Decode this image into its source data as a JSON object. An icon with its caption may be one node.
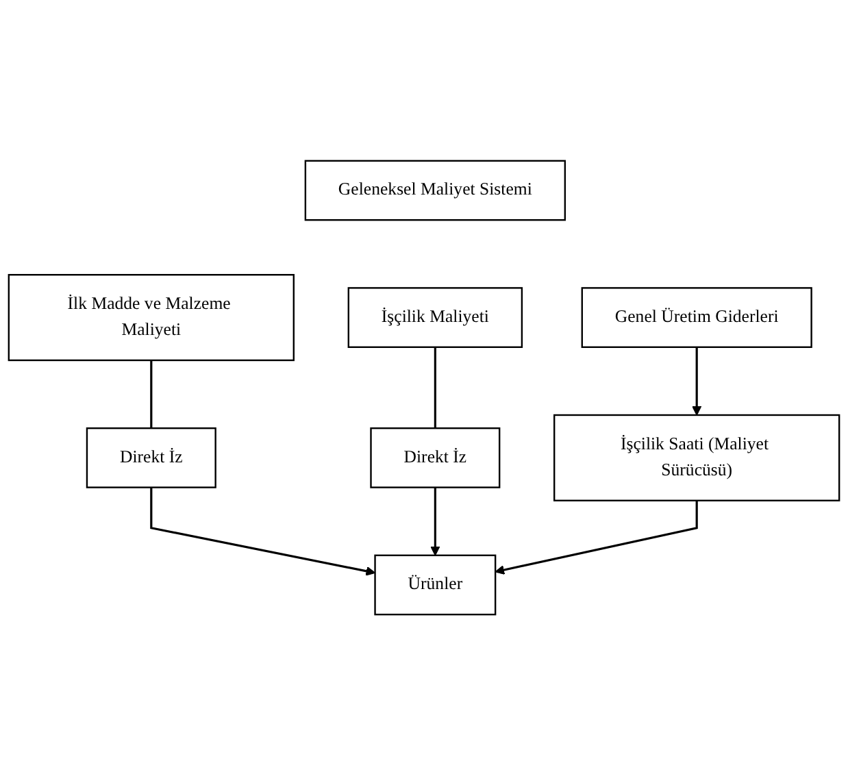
{
  "diagram": {
    "nodes": [
      {
        "text": [
          "Geleneksel Maliyet Sistemi"
        ]
      },
      {
        "text": [
          "İlk Madde ve Malzeme Maliyeti"
        ]
      },
      {
        "text": [
          "İşçilik Maliyeti"
        ]
      },
      {
        "text": [
          "Genel Üretim Giderleri"
        ]
      },
      {
        "text": [
          "Direkt İz"
        ]
      },
      {
        "text": [
          "Direkt İz"
        ]
      },
      {
        "text": [
          "İşçilik Saati (Maliyet Sürücüsü)"
        ]
      },
      {
        "text": [
          "Ürünler"
        ]
      }
    ],
    "edges": [
      {
        "from": 1,
        "to": 4,
        "arrow": "none"
      },
      {
        "from": 2,
        "to": 5,
        "arrow": "none"
      },
      {
        "from": 3,
        "to": 6,
        "arrow": "to"
      },
      {
        "from": 4,
        "to": 7,
        "arrow": "to"
      },
      {
        "from": 5,
        "to": 7,
        "arrow": "to"
      },
      {
        "from": 6,
        "to": 7,
        "arrow": "to"
      }
    ]
  }
}
